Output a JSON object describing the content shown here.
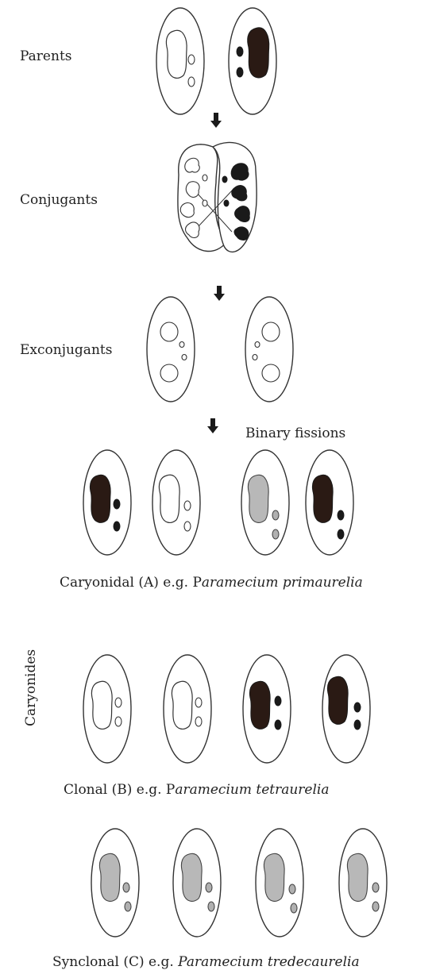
{
  "labels": {
    "parents": "Parents",
    "conjugants": "Conjugants",
    "exconjugants": "Exconjugants",
    "binary_fissions": "Binary fissions",
    "caryonides": "Caryonides"
  },
  "captions": {
    "caryonidal": {
      "prefix": "Caryonidal (A) e.g. P",
      "species": "aramecium primaurelia"
    },
    "clonal": {
      "prefix": "Clonal (B) e.g.  P",
      "species": "aramecium tetraurelia"
    },
    "synclonal": {
      "prefix": "Synclonal (C) e.g. ",
      "species": "Paramecium tredecaurelia"
    }
  },
  "colors": {
    "dark_nucleus": "#2a1a14",
    "grey_nucleus": "#b8b8b8",
    "outline": "#333333"
  }
}
